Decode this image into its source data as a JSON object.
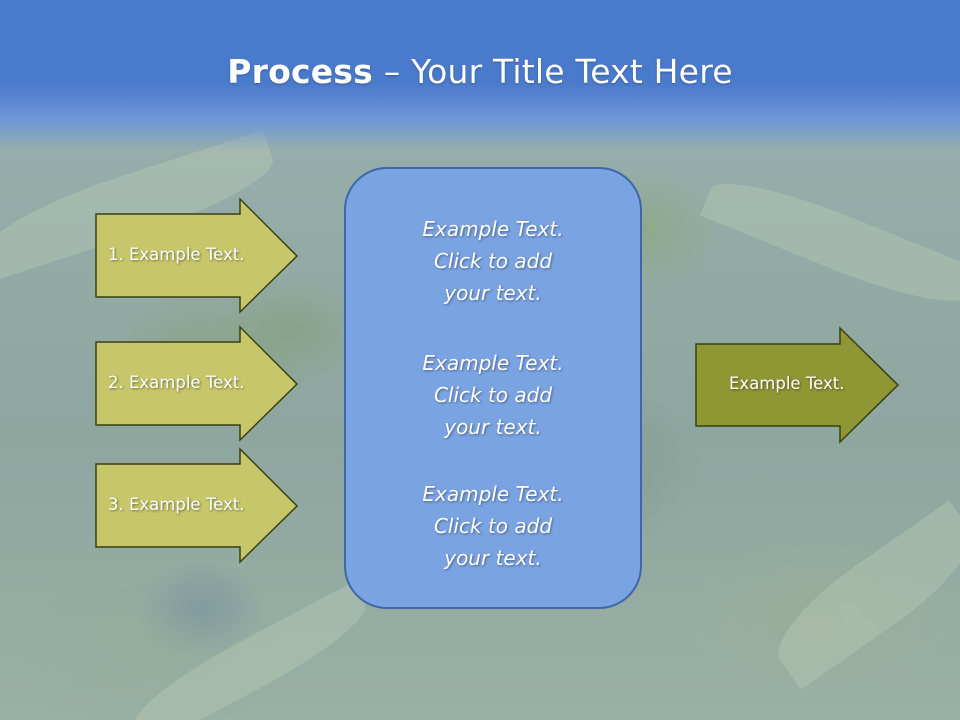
{
  "title": {
    "bold": "Process",
    "separator": " – ",
    "rest": "Your Title Text Here"
  },
  "inputs": [
    {
      "label": "1. Example Text."
    },
    {
      "label": "2. Example Text."
    },
    {
      "label": "3. Example Text."
    }
  ],
  "center_box": {
    "blocks": [
      {
        "lines": [
          "Example Text.",
          "Click  to add",
          "your text."
        ]
      },
      {
        "lines": [
          "Example Text.",
          "Click  to add",
          "your text."
        ]
      },
      {
        "lines": [
          "Example Text.",
          "Click  to add",
          "your text."
        ]
      }
    ]
  },
  "output": {
    "label": "Example Text."
  },
  "colors": {
    "header": "#4a7acb",
    "input_arrow_fill": "#c6c76a",
    "output_arrow_fill": "#8f9634",
    "arrow_stroke": "#3b3f12",
    "center_box_fill": "#7aa3e2",
    "center_box_stroke": "#3f66a8"
  }
}
